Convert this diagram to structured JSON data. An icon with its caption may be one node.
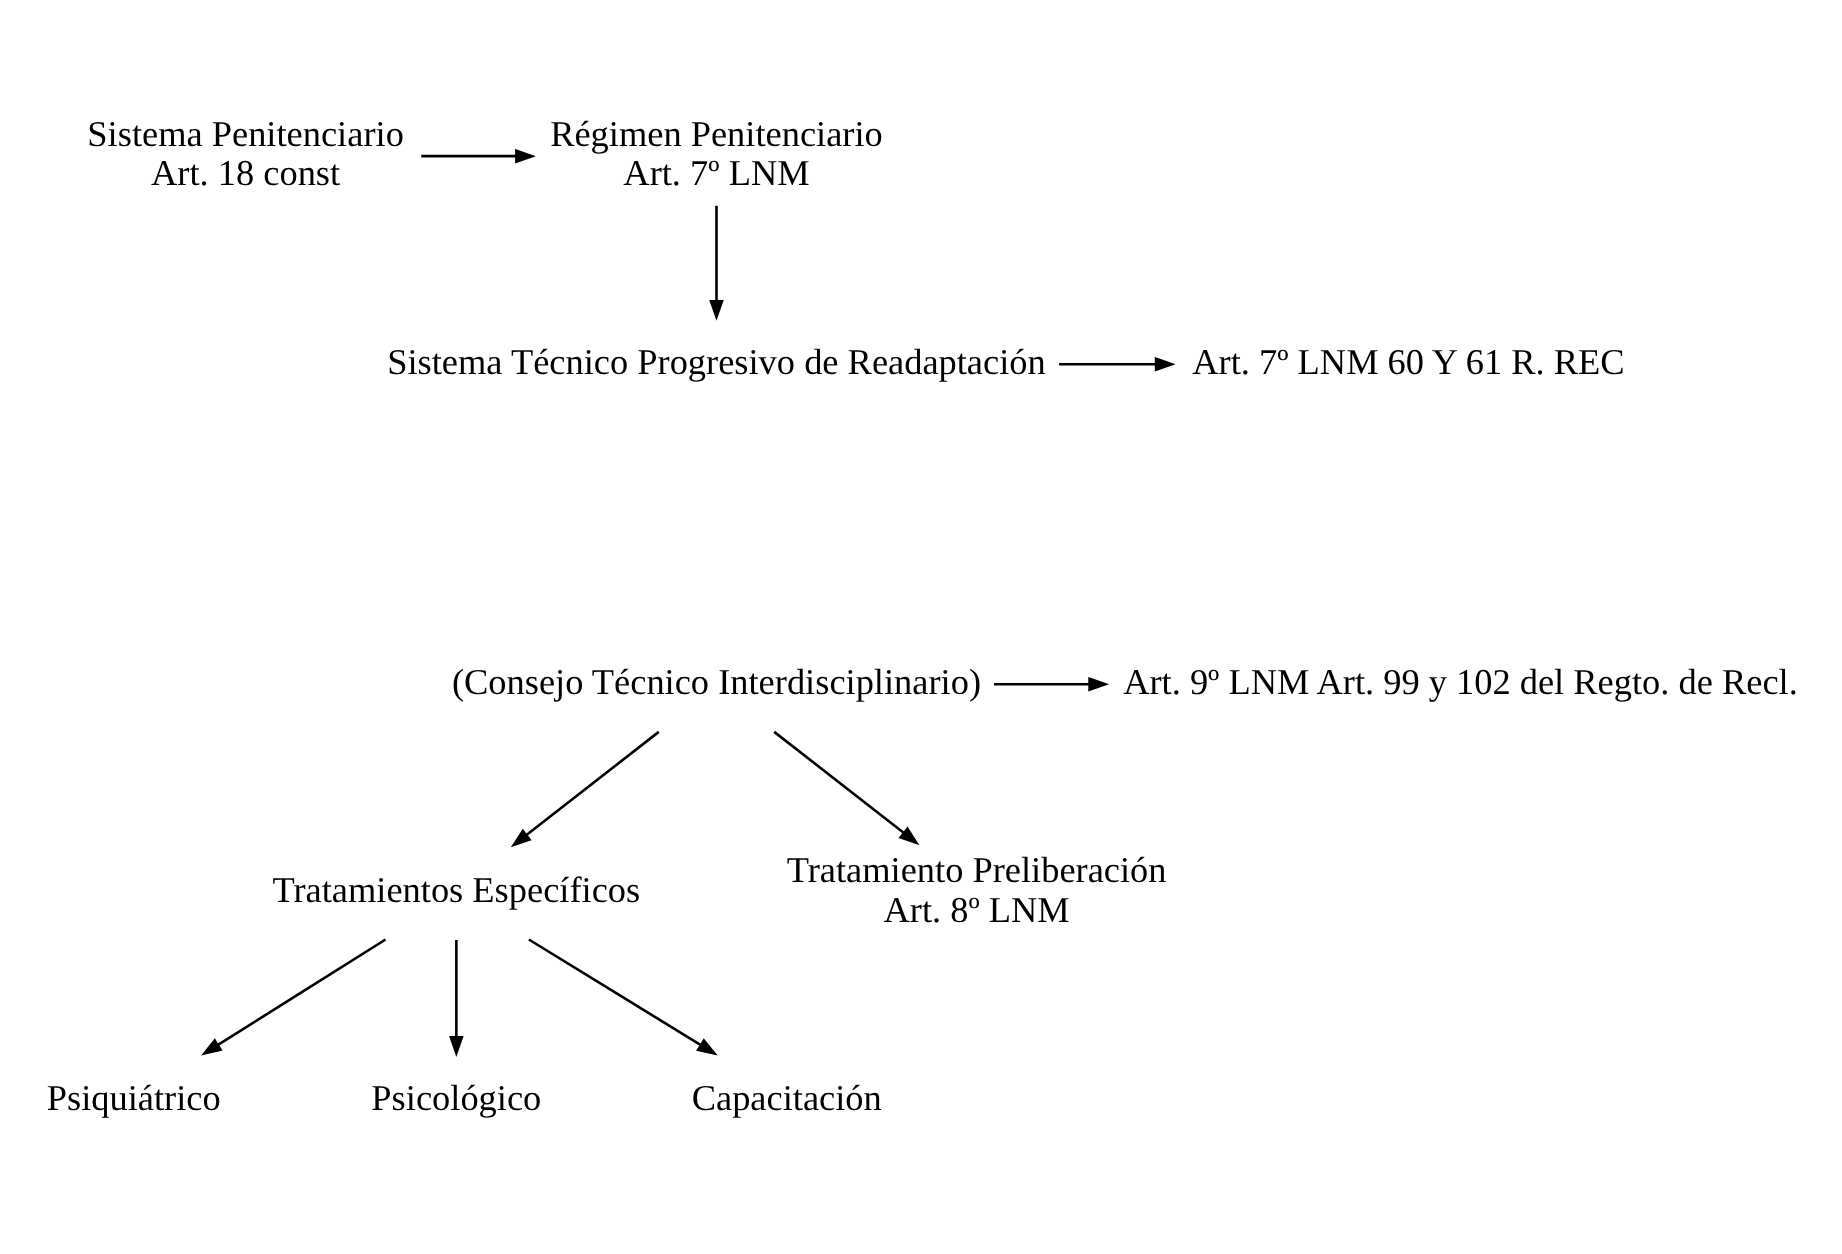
{
  "diagram": {
    "nodes": [
      {
        "text": [
          "Sistema Penitenciario",
          "Art. 18 const"
        ]
      },
      {
        "text": [
          "Régimen Penitenciario",
          "Art. 7º LNM"
        ]
      },
      {
        "text": [
          "Sistema Técnico Progresivo de Readaptación"
        ]
      },
      {
        "text": [
          "Art. 7º LNM 60 Y 61 R. REC"
        ]
      },
      {
        "text": [
          "(Consejo Técnico Interdisciplinario)"
        ]
      },
      {
        "text": [
          "Art. 9º LNM Art. 99 y 102 del Regto. de Recl."
        ]
      },
      {
        "text": [
          "Tratamientos Específicos"
        ]
      },
      {
        "text": [
          "Tratamiento Preliberación",
          "Art. 8º LNM"
        ]
      },
      {
        "text": [
          "Psiquiátrico"
        ]
      },
      {
        "text": [
          "Psicológico"
        ]
      },
      {
        "text": [
          "Capacitación"
        ]
      }
    ],
    "edges": [
      {
        "from": 0,
        "to": 1,
        "arrow": "to"
      },
      {
        "from": 1,
        "to": 2,
        "arrow": "to"
      },
      {
        "from": 2,
        "to": 3,
        "arrow": "to"
      },
      {
        "from": 4,
        "to": 5,
        "arrow": "to"
      },
      {
        "from": 4,
        "to": 6,
        "arrow": "to"
      },
      {
        "from": 4,
        "to": 7,
        "arrow": "to"
      },
      {
        "from": 6,
        "to": 8,
        "arrow": "to"
      },
      {
        "from": 6,
        "to": 9,
        "arrow": "to"
      },
      {
        "from": 6,
        "to": 10,
        "arrow": "to"
      }
    ]
  }
}
